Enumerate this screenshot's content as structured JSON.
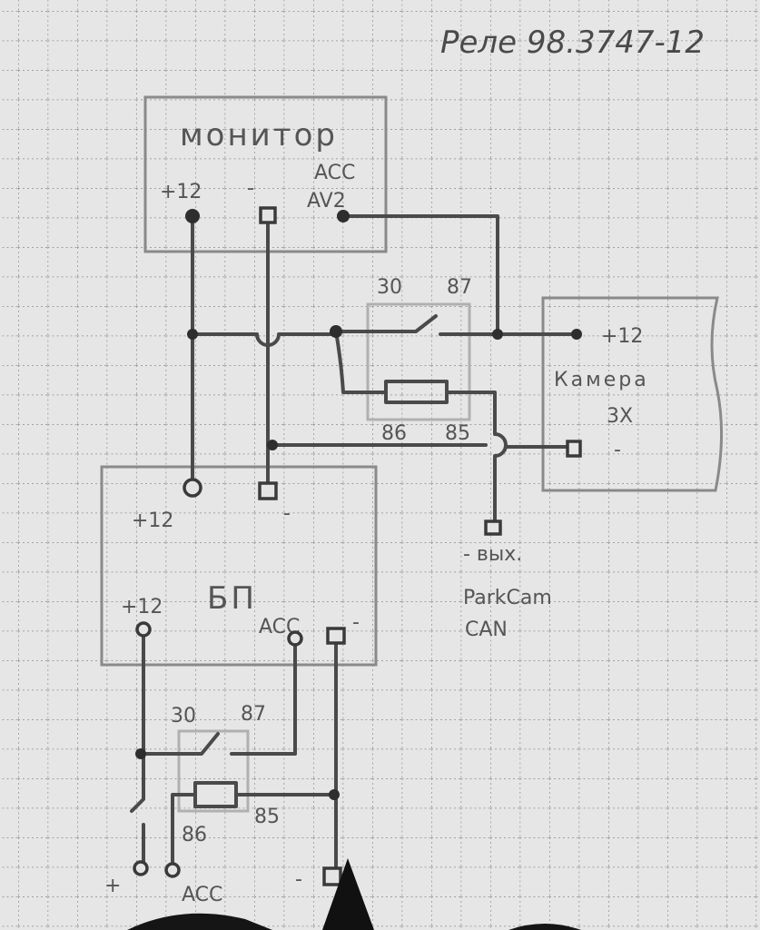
{
  "title": "Реле 98.3747-12",
  "monitor": {
    "name": "монитор",
    "plus": "+12",
    "minus": "-",
    "acc": "ACC",
    "av": "AV2"
  },
  "relay1": {
    "p30": "30",
    "p87": "87",
    "p86": "86",
    "p85": "85"
  },
  "camera": {
    "name": "Камера",
    "sub": "3X",
    "plus": "+12",
    "minus": "-"
  },
  "output": {
    "line1": "- вых.",
    "line2": "ParkCam",
    "line3": "CAN"
  },
  "psu": {
    "name": "БП",
    "out_plus": "+12",
    "out_minus": "-",
    "in_plus": "+12",
    "in_acc": "ACC",
    "in_minus": "-"
  },
  "relay2": {
    "p30": "30",
    "p87": "87",
    "p86": "86",
    "p85": "85"
  },
  "bottom": {
    "plus": "+",
    "acc": "ACC",
    "minus": "-"
  }
}
